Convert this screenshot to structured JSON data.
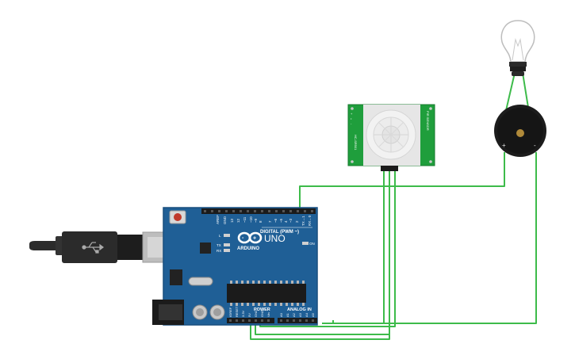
{
  "colors": {
    "board": "#1f5f96",
    "board_edge": "#184f7e",
    "wire": "#3dbb4a",
    "pir_pcb": "#1f9e3c",
    "buzzer": "#1c1c1c",
    "cable": "#2b2b2b",
    "header": "#1b1b1b"
  },
  "arduino": {
    "brand": "ARDUINO",
    "model": "UNO",
    "digital_label": "DIGITAL (PWM ~)",
    "power_label": "POWER",
    "analog_label": "ANALOG IN",
    "on_label": "ON",
    "l_label": "L",
    "tx_label": "TX",
    "rx_label": "RX",
    "aref": "AREF",
    "gnd": "GND",
    "digital_pins": [
      "13",
      "12",
      "~11",
      "~10",
      "~9",
      "8",
      "7",
      "~6",
      "~5",
      "4",
      "~3",
      "2",
      "TX→1",
      "RX←0"
    ],
    "power_pins": [
      "IOREF",
      "RESET",
      "3.3V",
      "5V",
      "GND",
      "GND",
      "Vin"
    ],
    "analog_pins": [
      "A0",
      "A1",
      "A2",
      "A3",
      "A4",
      "A5"
    ]
  },
  "pir": {
    "side_left": "HC-SR501",
    "side_right": "PIR SENSOR",
    "pins_left": [
      "+",
      "•",
      "-"
    ]
  },
  "buzzer": {
    "plus": "+",
    "minus": "-"
  },
  "icons": {
    "usb": "usb-icon",
    "bulb": "light-bulb-icon"
  }
}
